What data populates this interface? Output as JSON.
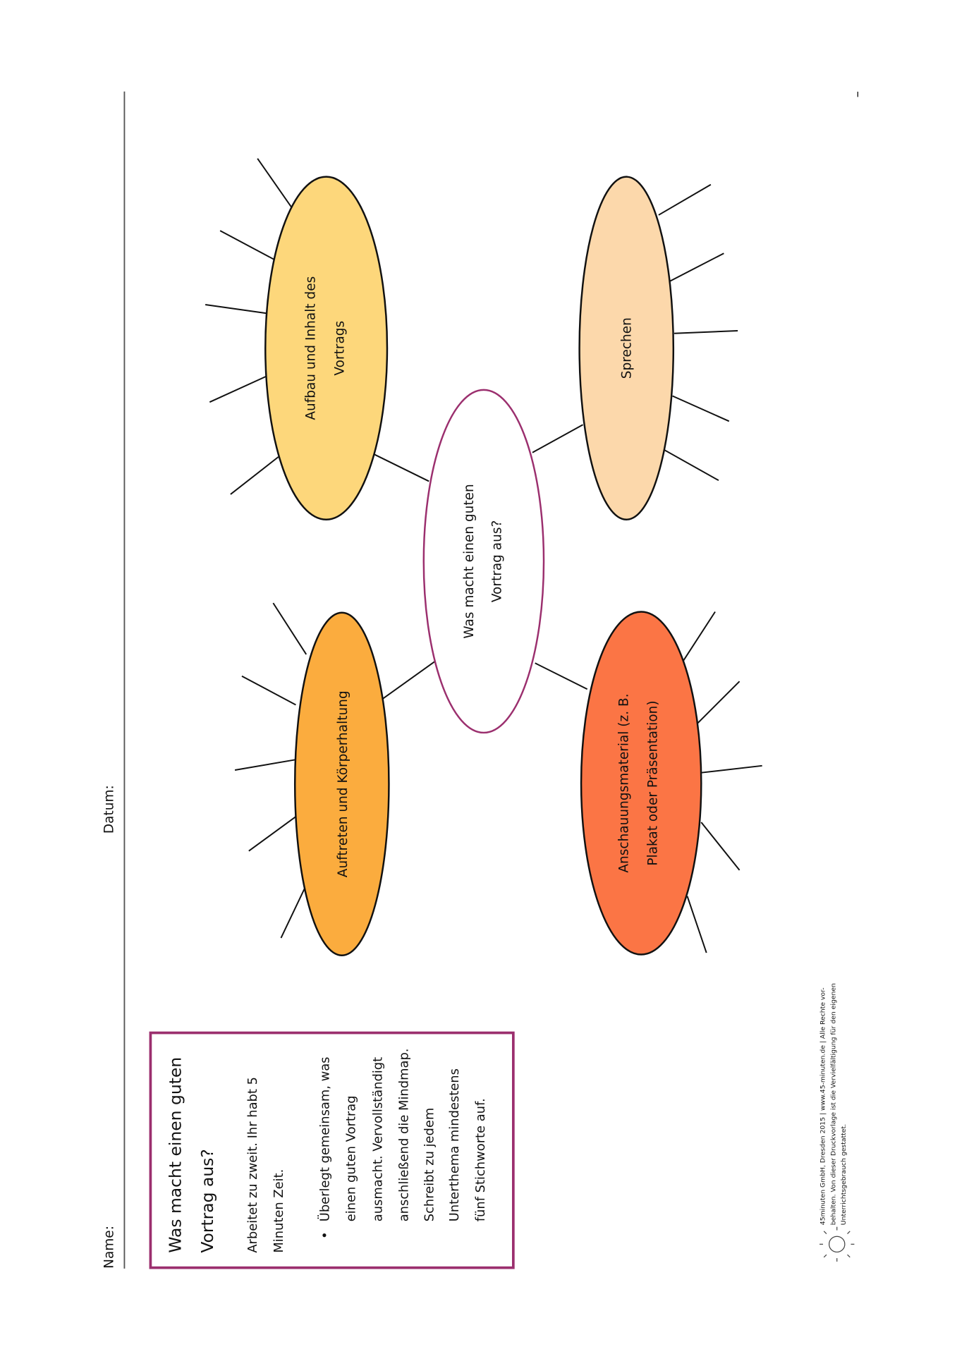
{
  "header": {
    "name_label": "Name:",
    "date_label": "Datum:"
  },
  "instructions": {
    "title_lines": [
      "Was macht einen guten",
      "Vortrag aus?"
    ],
    "intro_lines": [
      "Arbeitet zu zweit. Ihr habt 5",
      "Minuten Zeit."
    ],
    "bullet": "•",
    "task_lines": [
      "Überlegt gemeinsam, was",
      "einen guten Vortrag",
      "ausmacht. Vervollständigt",
      "anschließend die Mindmap.",
      "Schreibt zu jedem",
      "Unterthema mindestens",
      "fünf Stichworte auf."
    ]
  },
  "mindmap": {
    "center": {
      "lines": [
        "Was macht einen guten",
        "Vortrag aus?"
      ],
      "stroke": "#9b2f6e"
    },
    "topics": [
      {
        "lines": [
          "Aufbau und Inhalt des",
          "Vortrags"
        ],
        "color": "#fdd77b"
      },
      {
        "lines": [
          "Auftreten und Körperhaltung"
        ],
        "color": "#fbac3e"
      },
      {
        "lines": [
          "Sprechen"
        ],
        "color": "#fcd8ab"
      },
      {
        "lines": [
          "Anschauungsmaterial (z. B.",
          "Plakat oder Präsentation)"
        ],
        "color": "#fb7545"
      }
    ]
  },
  "footer": {
    "lines": [
      "45minuten GmbH, Dresden 2015 | www.45-minuten.de | Alle Rechte vor-",
      "behalten. Von dieser Druckvorlage ist die Vervielfältigung für den eigenen",
      "Unterrichtsgebrauch gestattet."
    ],
    "page_mark": "–"
  },
  "colors": {
    "accent": "#9b2f6e"
  }
}
